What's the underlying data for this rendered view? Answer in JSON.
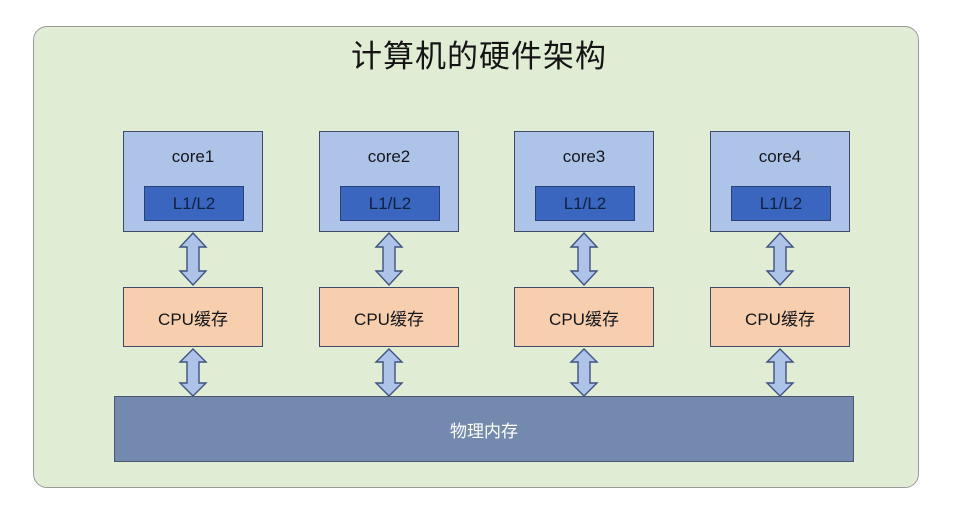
{
  "diagram": {
    "title": "计算机的硬件架构",
    "background_color": "#e0ecd4",
    "columns": [
      {
        "core_label": "core1",
        "cache_label": "L1/L2",
        "cpu_cache_label": "CPU缓存"
      },
      {
        "core_label": "core2",
        "cache_label": "L1/L2",
        "cpu_cache_label": "CPU缓存"
      },
      {
        "core_label": "core3",
        "cache_label": "L1/L2",
        "cpu_cache_label": "CPU缓存"
      },
      {
        "core_label": "core4",
        "cache_label": "L1/L2",
        "cpu_cache_label": "CPU缓存"
      }
    ],
    "memory": {
      "label": "物理内存"
    },
    "colors": {
      "panel_fill": "#e0ecd4",
      "panel_border": "#9a9a9a",
      "core_fill": "#aec3e8",
      "core_border": "#3f4a66",
      "l1l2_fill": "#3a66bf",
      "l1l2_border": "#2a3f73",
      "cpu_cache_fill": "#f7cfae",
      "cpu_cache_border": "#3f4a66",
      "memory_fill": "#7389ae",
      "memory_border": "#4a5670",
      "arrow_fill": "#aec3e8",
      "arrow_border": "#3f5280"
    },
    "arrows": {
      "core_to_cache": "double-headed-vertical-arrow",
      "cache_to_memory": "double-headed-vertical-arrow"
    }
  }
}
